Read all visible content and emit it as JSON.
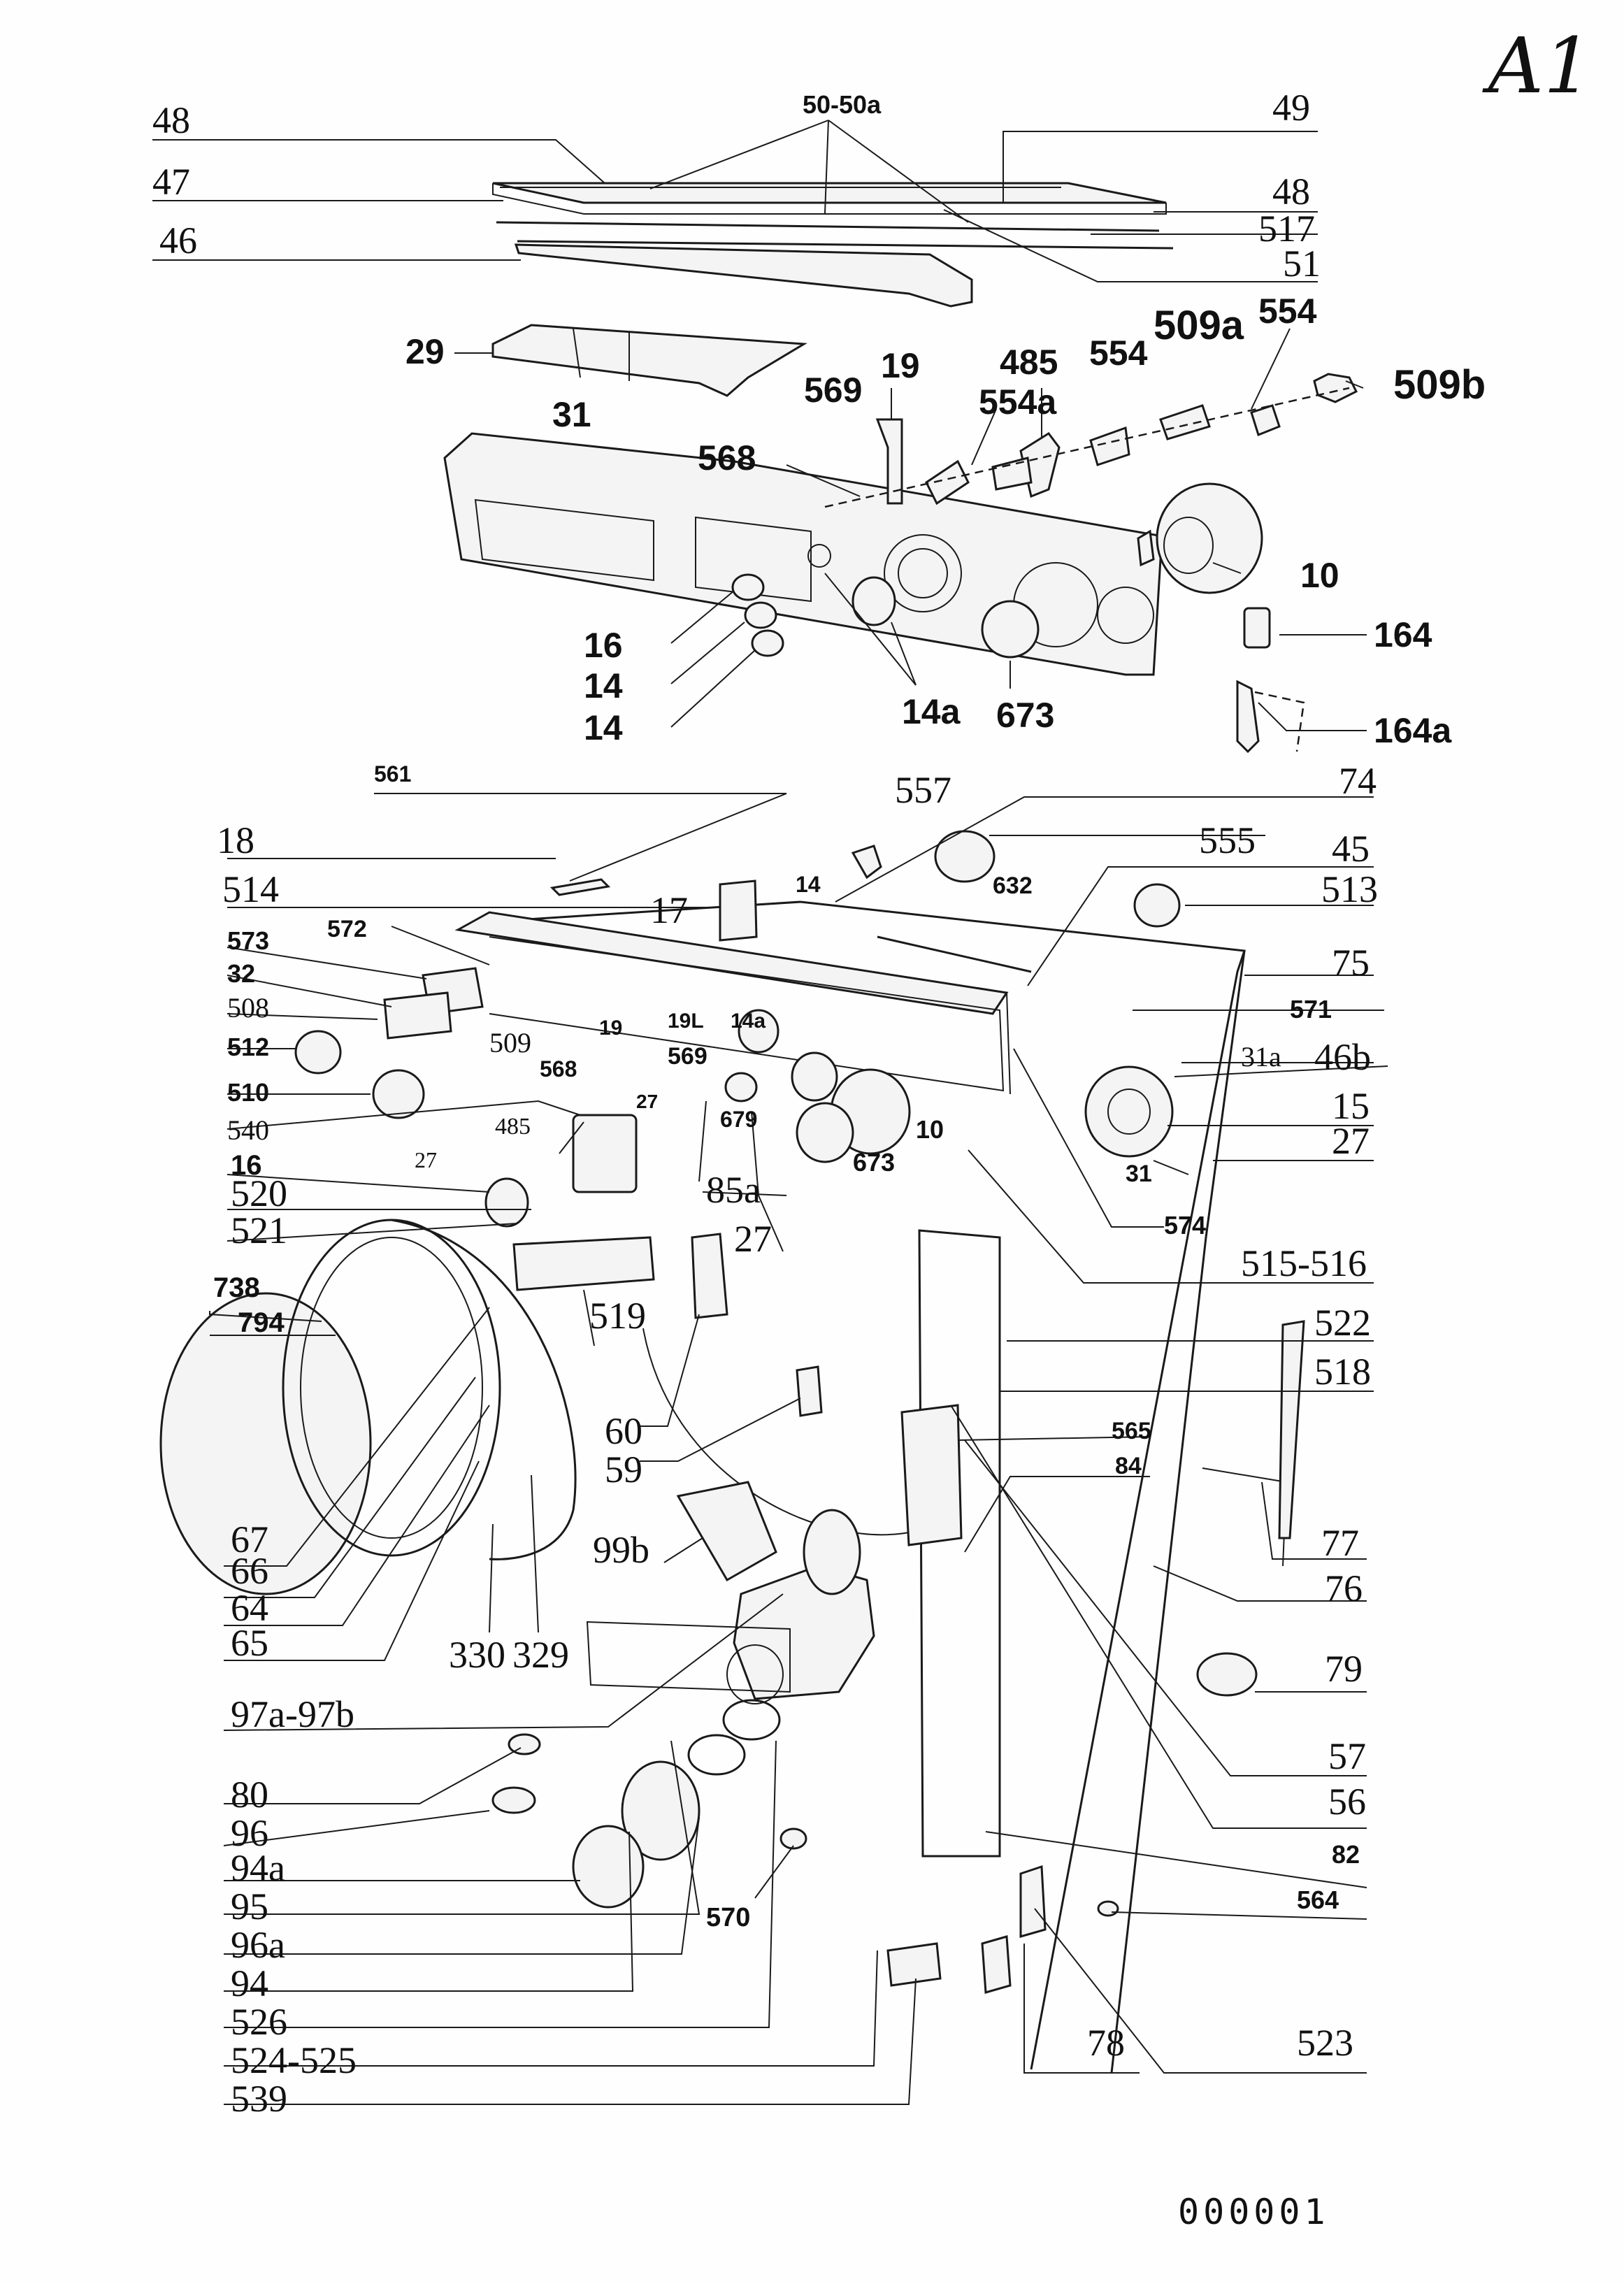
{
  "sheet_id": "A1",
  "doc_number": "000001",
  "labels": {
    "l48a": "48",
    "l47": "47",
    "l46": "46",
    "l50": "50-50a",
    "l49": "49",
    "l48b": "48",
    "l517": "517",
    "l51": "51",
    "l29": "29",
    "l31": "31",
    "l568a": "568",
    "l569a": "569",
    "l19a": "19",
    "l554a": "554a",
    "l485a": "485",
    "l554b": "554",
    "l509a": "509a",
    "l554c": "554",
    "l509b": "509b",
    "l10a": "10",
    "l16a": "16",
    "l14b": "14",
    "l14c": "14",
    "l14a": "14a",
    "l673a": "673",
    "l164": "164",
    "l164a": "164a",
    "l561": "561",
    "l557": "557",
    "l74": "74",
    "l18": "18",
    "l555": "555",
    "l45": "45",
    "l514": "514",
    "l17": "17",
    "l14d": "14",
    "l632": "632",
    "l513": "513",
    "l573": "573",
    "l572": "572",
    "l75": "75",
    "l32": "32",
    "l508": "508",
    "l19b": "19",
    "l19L": "19L",
    "l14a2": "14a",
    "l571": "571",
    "l512": "512",
    "l509": "509",
    "l569b": "569",
    "l568b": "568",
    "l31a": "31a",
    "l46b": "46b",
    "l27a": "27",
    "l510": "510",
    "l15": "15",
    "l679": "679",
    "l10b": "10",
    "l540": "540",
    "l485b": "485",
    "l673b": "673",
    "l27b": "27",
    "l16b": "16",
    "l27c": "27",
    "l31b": "31",
    "l520": "520",
    "l85a": "85a",
    "l574": "574",
    "l521": "521",
    "l27d": "27",
    "l515": "515-516",
    "l738": "738",
    "l794": "794",
    "l519": "519",
    "l522": "522",
    "l518": "518",
    "l60": "60",
    "l565": "565",
    "l59": "59",
    "l84": "84",
    "l67": "67",
    "l66": "66",
    "l99b": "99b",
    "l77": "77",
    "l64": "64",
    "l76": "76",
    "l65": "65",
    "l330": "330",
    "l329": "329",
    "l79": "79",
    "l97": "97a-97b",
    "l57": "57",
    "l80": "80",
    "l96": "96",
    "l56": "56",
    "l82": "82",
    "l94a": "94a",
    "l95": "95",
    "l570": "570",
    "l564": "564",
    "l96a": "96a",
    "l94": "94",
    "l526": "526",
    "l524": "524-525",
    "l78": "78",
    "l523": "523",
    "l539": "539"
  }
}
